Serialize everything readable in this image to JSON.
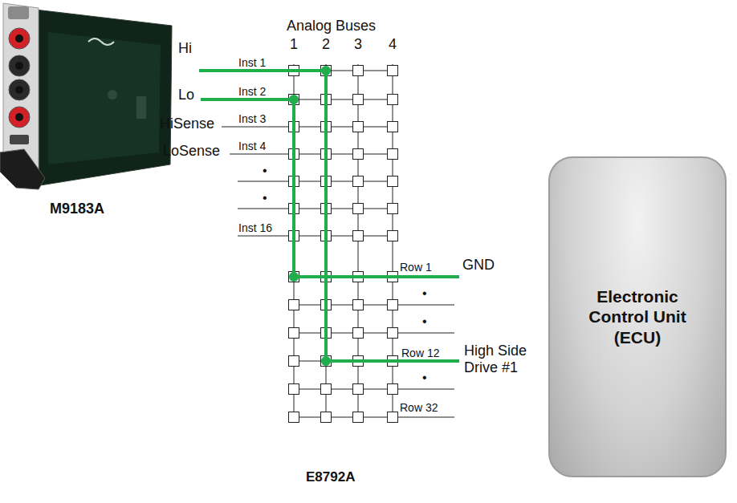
{
  "diagram": {
    "nodes": [
      {
        "text": [
          "Electronic Control Unit (ECU)"
        ]
      }
    ],
    "labels": [
      "Analog Buses",
      "1",
      "2",
      "3",
      "4",
      "Hi",
      "Inst 1",
      "Lo",
      "Inst 2",
      "HiSense",
      "Inst 3",
      "LoSense",
      "Inst 4",
      "•",
      "•",
      "Inst 16",
      "M9183A",
      "Row 1",
      "GND",
      "•",
      "•",
      "Row 12",
      "High Side Drive #1",
      "•",
      "Row 32",
      "E8792A"
    ]
  }
}
